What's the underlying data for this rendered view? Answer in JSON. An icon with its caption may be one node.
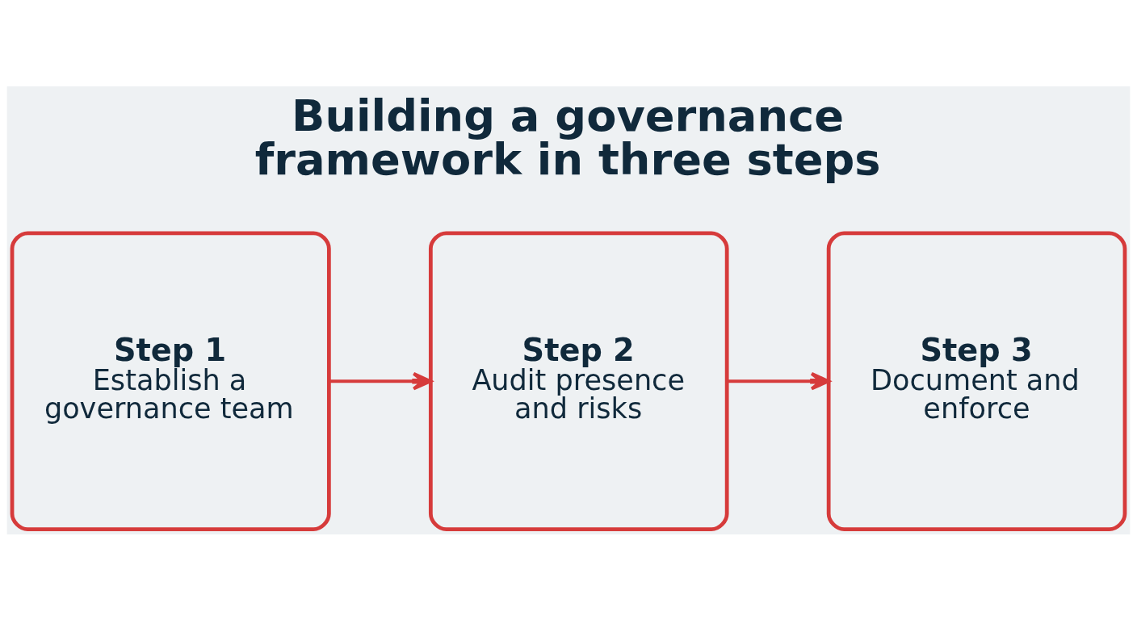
{
  "diagram": {
    "title": "Building a governance framework in three steps",
    "nodes": [
      {
        "text": [
          "Step 1",
          "Establish a governance team"
        ]
      },
      {
        "text": [
          "Step 2",
          "Audit presence and risks"
        ]
      },
      {
        "text": [
          "Step 3",
          "Document and enforce"
        ]
      }
    ],
    "edges": [
      {
        "from": 0,
        "to": 1,
        "arrow": "to"
      },
      {
        "from": 1,
        "to": 2,
        "arrow": "to"
      }
    ]
  }
}
